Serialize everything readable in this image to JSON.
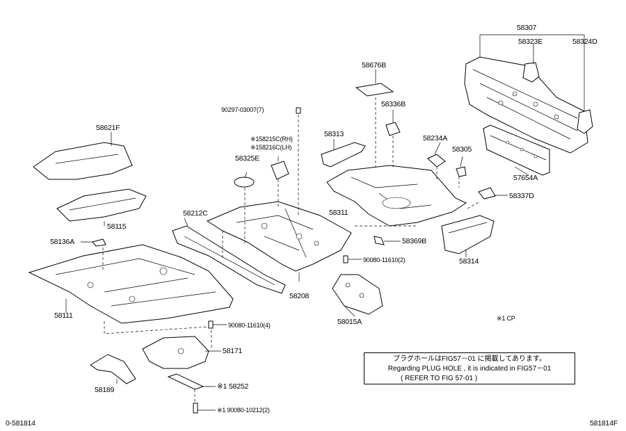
{
  "labels": {
    "p58307": "58307",
    "p58323E": "58323E",
    "p58324D": "58324D",
    "p58676B": "58676B",
    "p58336B": "58336B",
    "p90297": "90297-03007(7)",
    "p58621F": "58621F",
    "p58313": "58313",
    "p58234A": "58234A",
    "p58305": "58305",
    "p58215C": "※158215C(RH)",
    "p58216C": "※158216C(LH)",
    "p58325E": "58325E",
    "p57654A": "57654A",
    "p58337D": "58337D",
    "p58115": "58115",
    "p58212C": "58212C",
    "p58311": "58311",
    "p58136A": "58136A",
    "p58369B": "58369B",
    "p58314": "58314",
    "p90080_2": "90080-11610(2)",
    "p58208": "58208",
    "p58111": "58111",
    "p58015A": "58015A",
    "p90080_4": "90080-11610(4)",
    "p58171": "58171",
    "p58189": "58189",
    "p58252": "※1 58252",
    "p90080_10212": "※1 90080-10212(2)",
    "legend": "※1  CP",
    "bottom_left": "0-581814",
    "bottom_right": "581814F"
  },
  "note": {
    "line1": "プラグホールはFIG57－01 に掲載してあります。",
    "line2": "Regarding PLUG HOLE , it is indicated in FIG57－01",
    "line3": "(       REFER TO FIG 57-01          )"
  }
}
